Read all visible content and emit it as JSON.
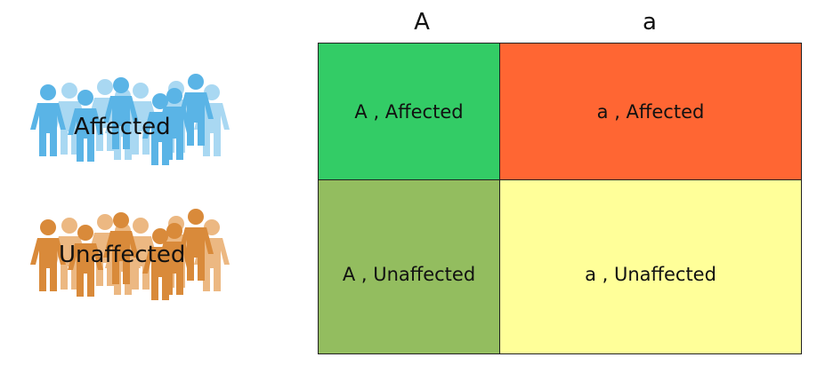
{
  "columns": {
    "dominant": "A",
    "recessive": "a"
  },
  "cells": [
    {
      "label": "A , Affected",
      "color": "#33cc66"
    },
    {
      "label": "a , Affected",
      "color": "#ff6633"
    },
    {
      "label": "A , Unaffected",
      "color": "#93bd5f"
    },
    {
      "label": "a , Unaffected",
      "color": "#ffff99"
    }
  ],
  "groups": {
    "affected": {
      "label": "Affected",
      "color_front": "#5ab4e6",
      "color_back": "#a9d8f2"
    },
    "unaffected": {
      "label": "Unaffected",
      "color_front": "#d98a3a",
      "color_back": "#ecb882"
    }
  }
}
